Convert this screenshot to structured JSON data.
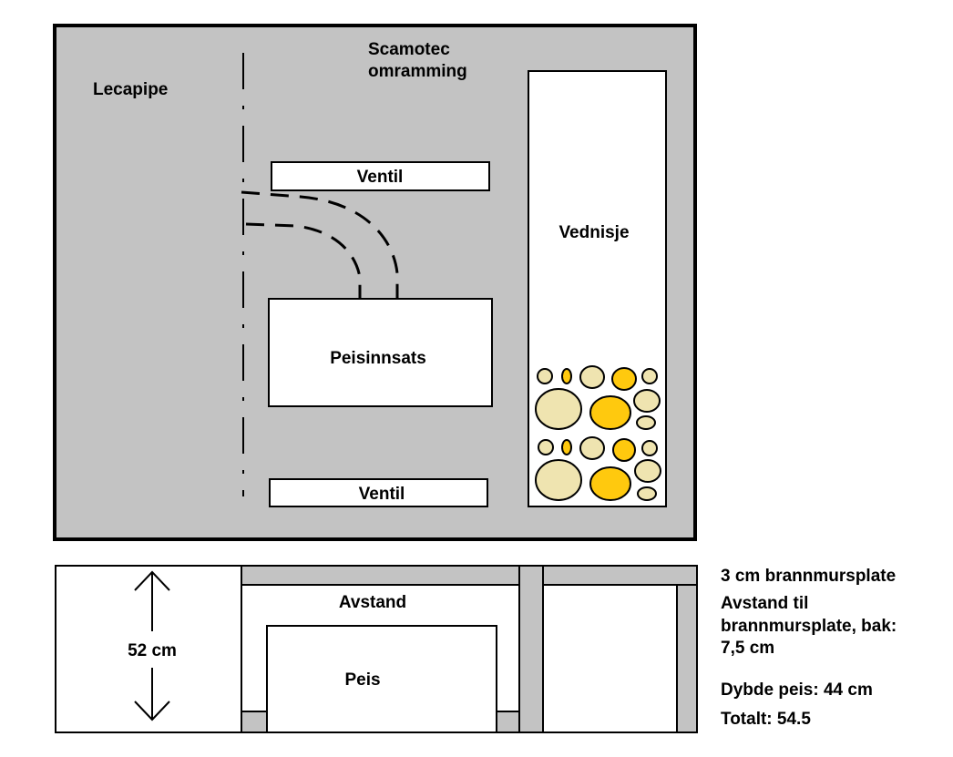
{
  "front_view": {
    "lecapipe_label": "Lecapipe",
    "frame_label_line1": "Scamotec",
    "frame_label_line2": "omramming",
    "vent_top_label": "Ventil",
    "insert_label": "Peisinnsats",
    "vent_bottom_label": "Ventil",
    "wood_niche_label": "Vednisje"
  },
  "section_view": {
    "height_label": "52 cm",
    "gap_label": "Avstand",
    "stove_label": "Peis"
  },
  "notes": {
    "line1": "3 cm brannmursplate",
    "line2": "Avstand til",
    "line3": "brannmursplate, bak:",
    "line4": "7,5 cm",
    "line5": "Dybde peis: 44 cm",
    "line6": "Totalt: 54.5"
  },
  "colors": {
    "panel_gray": "#c3c3c3",
    "log_cream": "#efe4b0",
    "log_yellow": "#ffc90e",
    "outline": "#000000"
  }
}
